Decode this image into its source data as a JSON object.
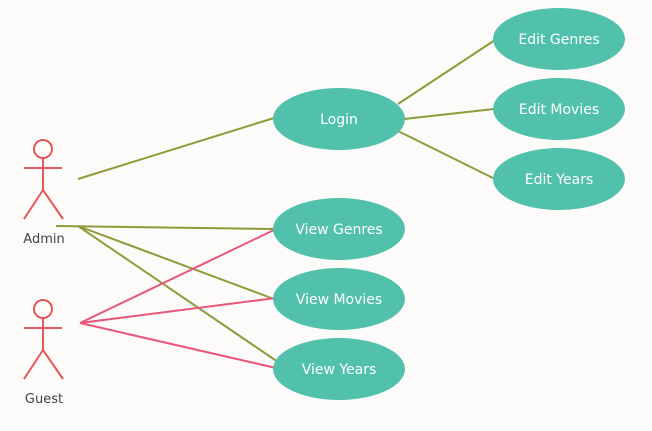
{
  "diagram": {
    "type": "uml-use-case",
    "colors": {
      "background": "#fcfbf9",
      "use_case_fill": "#52c1ab",
      "use_case_text": "#ffffff",
      "actor_stroke": "#e05a5a",
      "admin_association": "#8f9b3a",
      "guest_association": "#e8567a",
      "actor_label": "#444444"
    },
    "actors": {
      "admin": {
        "label": "Admin"
      },
      "guest": {
        "label": "Guest"
      }
    },
    "use_cases": {
      "login": {
        "label": "Login"
      },
      "edit_genres": {
        "label": "Edit Genres"
      },
      "edit_movies": {
        "label": "Edit Movies"
      },
      "edit_years": {
        "label": "Edit Years"
      },
      "view_genres": {
        "label": "View Genres"
      },
      "view_movies": {
        "label": "View Movies"
      },
      "view_years": {
        "label": "View Years"
      }
    },
    "associations": [
      {
        "from": "admin",
        "to": "login"
      },
      {
        "from": "login",
        "to": "edit_genres"
      },
      {
        "from": "login",
        "to": "edit_movies"
      },
      {
        "from": "login",
        "to": "edit_years"
      },
      {
        "from": "admin",
        "to": "view_genres"
      },
      {
        "from": "admin",
        "to": "view_movies"
      },
      {
        "from": "admin",
        "to": "view_years"
      },
      {
        "from": "guest",
        "to": "view_genres"
      },
      {
        "from": "guest",
        "to": "view_movies"
      },
      {
        "from": "guest",
        "to": "view_years"
      }
    ]
  }
}
